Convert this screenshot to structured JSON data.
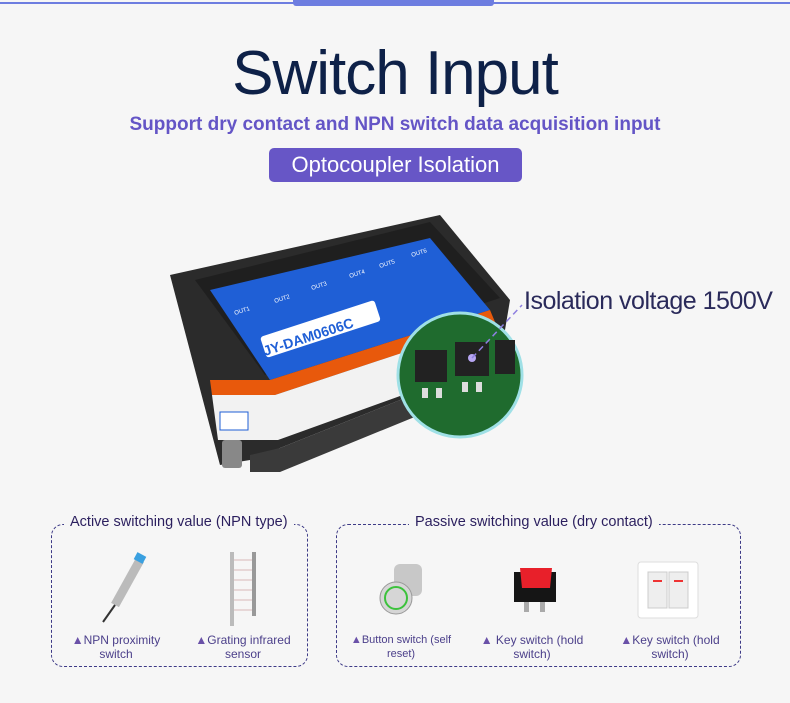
{
  "header": {
    "title": "Switch Input",
    "subtitle": "Support dry contact and NPN switch data acquisition input",
    "badge": "Optocoupler Isolation"
  },
  "device": {
    "model": "JY-DAM0606C",
    "outputs": [
      "OUT1",
      "OUT2",
      "OUT3",
      "OUT4",
      "OUT5",
      "OUT6"
    ],
    "callout": "Isolation voltage 1500V"
  },
  "active_group": {
    "title": "Active switching value (NPN type)",
    "items": [
      {
        "marker": "▲",
        "label": "NPN proximity switch"
      },
      {
        "marker": "▲",
        "label": "Grating infrared sensor"
      }
    ]
  },
  "passive_group": {
    "title": "Passive switching value (dry contact)",
    "items": [
      {
        "marker": "▲",
        "label": "Button switch (self reset)"
      },
      {
        "marker": "▲",
        "label": "Key switch (hold switch)"
      },
      {
        "marker": "▲",
        "label": "Key switch (hold switch)"
      }
    ]
  },
  "colors": {
    "accent": "#6756c6",
    "title": "#0e2148",
    "device_blue": "#1f5fd6"
  }
}
